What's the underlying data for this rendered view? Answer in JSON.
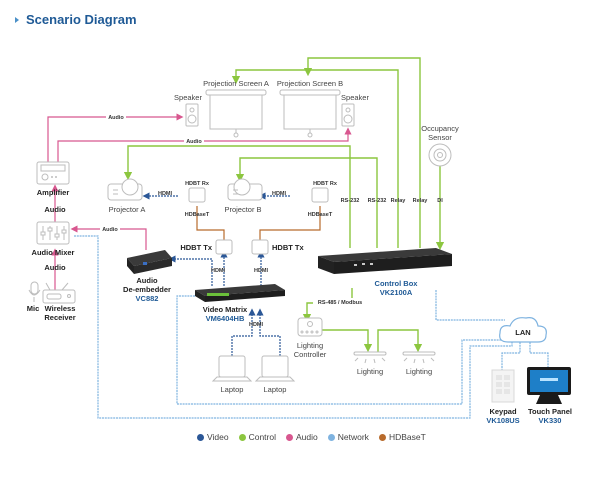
{
  "title": "Scenario Diagram",
  "colors": {
    "video": "#2b5797",
    "control": "#8cc63f",
    "audio": "#d8578f",
    "network": "#7fb3e0",
    "hdbaset": "#b86b2c",
    "title": "#1f5a96",
    "model": "#1f5a96"
  },
  "devices": {
    "projection_screen_a": "Projection Screen A",
    "projection_screen_b": "Projection Screen B",
    "speaker_left": "Speaker",
    "speaker_right": "Speaker",
    "amplifier": "Amplifier",
    "audio_mixer": "Audio Mixer",
    "mic": "Mic",
    "wireless_receiver_1": "Wireless",
    "wireless_receiver_2": "Receiver",
    "projector_a": "Projector A",
    "projector_b": "Projector B",
    "hdbt_rx_a": "HDBT Rx",
    "hdbt_rx_b": "HDBT Rx",
    "hdbt_tx_a": "HDBT Tx",
    "hdbt_tx_b": "HDBT Tx",
    "audio_deembedder_1": "Audio",
    "audio_deembedder_2": "De-embedder",
    "audio_deembedder_model": "VC882",
    "video_matrix": "Video Matrix",
    "video_matrix_model": "VM6404HB",
    "control_box": "Control Box",
    "control_box_model": "VK2100A",
    "occupancy_sensor_1": "Occupancy",
    "occupancy_sensor_2": "Sensor",
    "lighting_controller_1": "Lighting",
    "lighting_controller_2": "Controller",
    "lighting_1": "Lighting",
    "lighting_2": "Lighting",
    "laptop_1": "Laptop",
    "laptop_2": "Laptop",
    "lan": "LAN",
    "keypad": "Keypad",
    "keypad_model": "VK108US",
    "touch_panel": "Touch Panel",
    "touch_panel_model": "VK330"
  },
  "connections": {
    "audio_top": "Audio",
    "audio_second": "Audio",
    "audio_amp": "Audio",
    "audio_mixer_in": "Audio",
    "audio_deembed": "Audio",
    "hdmi_proj_a": "HDMI",
    "hdmi_proj_b": "HDMI",
    "hdbaset_a": "HDBaseT",
    "hdbaset_b": "HDBaseT",
    "hdmi_tx_a": "HDMI",
    "hdmi_tx_b": "HDMI",
    "hdmi_laptops": "HDMI",
    "rs232_1": "RS-232",
    "rs232_2": "RS-232",
    "relay_1": "Relay",
    "relay_2": "Relay",
    "di": "DI",
    "rs485": "RS-485 / Modbus"
  },
  "legend": [
    {
      "label": "Video",
      "color": "#2b5797"
    },
    {
      "label": "Control",
      "color": "#8cc63f"
    },
    {
      "label": "Audio",
      "color": "#d8578f"
    },
    {
      "label": "Network",
      "color": "#7fb3e0"
    },
    {
      "label": "HDBaseT",
      "color": "#b86b2c"
    }
  ]
}
